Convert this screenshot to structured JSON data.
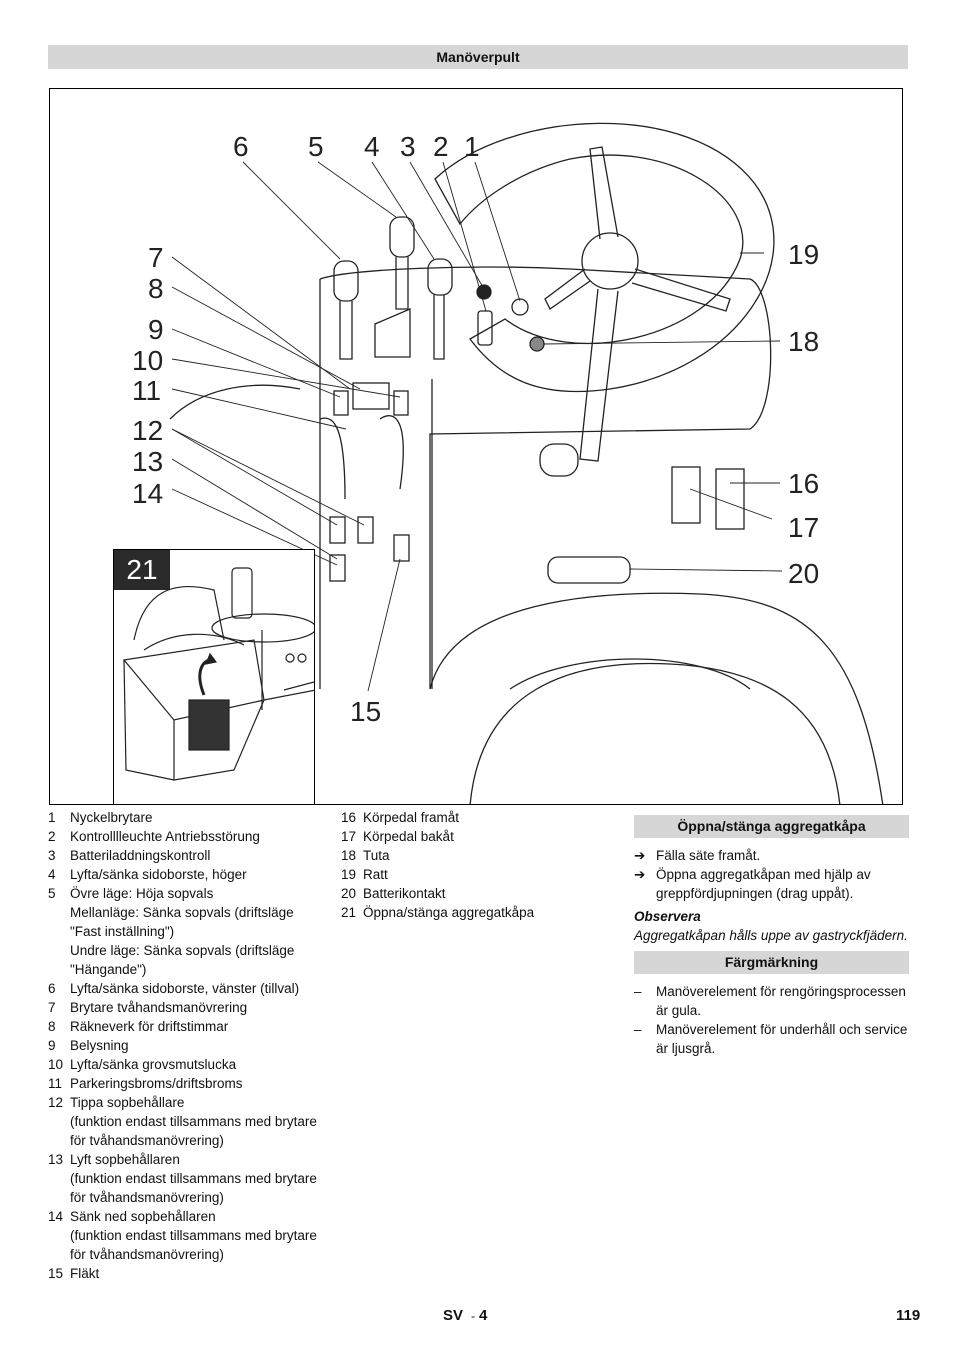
{
  "header": {
    "title": "Manöverpult"
  },
  "figure": {
    "callouts": [
      "1",
      "2",
      "3",
      "4",
      "5",
      "6",
      "7",
      "8",
      "9",
      "10",
      "11",
      "12",
      "13",
      "14",
      "15",
      "16",
      "17",
      "18",
      "19",
      "20"
    ],
    "inset_label": "21"
  },
  "legend_col1": [
    {
      "num": "1",
      "text": "Nyckelbrytare"
    },
    {
      "num": "2",
      "text": "Kontrolllleuchte Antriebsstörung"
    },
    {
      "num": "3",
      "text": "Batteriladdningskontroll"
    },
    {
      "num": "4",
      "text": "Lyfta/sänka sidoborste, höger"
    },
    {
      "num": "5",
      "text": "Övre läge: Höja sopvals"
    },
    {
      "num": "",
      "text": "Mellanläge: Sänka sopvals (driftsläge \"Fast inställning\")"
    },
    {
      "num": "",
      "text": "Undre läge: Sänka sopvals (driftsläge \"Hängande\")"
    },
    {
      "num": "6",
      "text": "Lyfta/sänka sidoborste, vänster (tillval)"
    },
    {
      "num": "7",
      "text": "Brytare tvåhandsmanövrering"
    },
    {
      "num": "8",
      "text": "Räkneverk för driftstimmar"
    },
    {
      "num": "9",
      "text": "Belysning"
    },
    {
      "num": "10",
      "text": "Lyfta/sänka grovsmutslucka"
    },
    {
      "num": "11",
      "text": "Parkeringsbroms/driftsbroms"
    },
    {
      "num": "12",
      "text": "Tippa sopbehållare"
    },
    {
      "num": "",
      "text": "(funktion endast tillsammans med brytare för tvåhandsmanövrering)"
    },
    {
      "num": "13",
      "text": "Lyft sopbehållaren"
    },
    {
      "num": "",
      "text": "(funktion endast tillsammans med brytare för tvåhandsmanövrering)"
    },
    {
      "num": "14",
      "text": "Sänk ned sopbehållaren"
    },
    {
      "num": "",
      "text": "(funktion endast tillsammans med brytare för tvåhandsmanövrering)"
    },
    {
      "num": "15",
      "text": "Fläkt"
    }
  ],
  "legend_col2": [
    {
      "num": "16",
      "text": "Körpedal framåt"
    },
    {
      "num": "17",
      "text": "Körpedal bakåt"
    },
    {
      "num": "18",
      "text": "Tuta"
    },
    {
      "num": "19",
      "text": "Ratt"
    },
    {
      "num": "20",
      "text": "Batterikontakt"
    },
    {
      "num": "21",
      "text": "Öppna/stänga aggregatkåpa"
    }
  ],
  "section_open": {
    "title": "Öppna/stänga aggregatkåpa",
    "steps": [
      "Fälla säte framåt.",
      "Öppna aggregatkåpan med hjälp av greppfördjupningen (drag uppåt)."
    ],
    "note_title": "Observera",
    "note_text": "Aggregatkåpan hålls uppe av gastryckfjädern."
  },
  "section_color": {
    "title": "Färgmärkning",
    "items": [
      "Manöverelement för rengöringsprocessen är gula.",
      "Manöverelement för underhåll och service är ljusgrå."
    ]
  },
  "footer": {
    "lang": "SV",
    "sep": "-",
    "section": "4",
    "page": "119"
  }
}
